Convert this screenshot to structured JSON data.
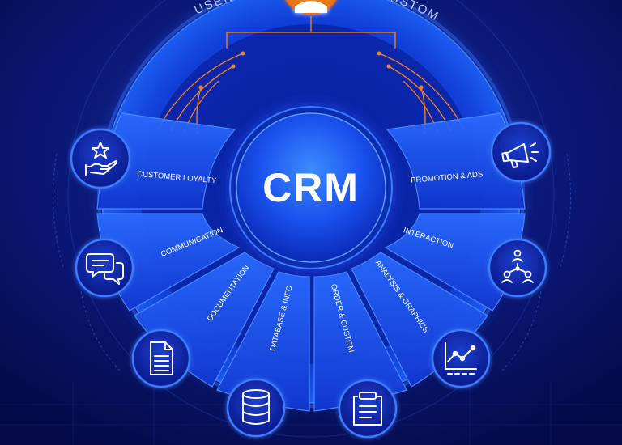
{
  "arc_text_left": "USER A",
  "arc_text_right": "CUSTOM",
  "center": {
    "label": "CRM"
  },
  "segments": [
    {
      "id": "customer-loyalty",
      "label": "CUSTOMER LOYALTY",
      "icon": "hand-star-icon"
    },
    {
      "id": "communication",
      "label": "COMMUNICATION",
      "icon": "chat-bubbles-icon"
    },
    {
      "id": "documentation",
      "label": "DOCUMENTATION",
      "icon": "document-icon"
    },
    {
      "id": "database-info",
      "label": "DATABASE & INFO",
      "icon": "database-icon"
    },
    {
      "id": "order-custom",
      "label": "ORDER & CUSTOM",
      "icon": "clipboard-icon"
    },
    {
      "id": "analysis-graphics",
      "label": "ANALYSIS & GRAPHICS",
      "icon": "line-chart-icon"
    },
    {
      "id": "interaction",
      "label": "INTERACTION",
      "icon": "people-network-icon"
    },
    {
      "id": "promotion-ads",
      "label": "PROMOTION & ADS",
      "icon": "megaphone-icon"
    }
  ],
  "colors": {
    "background": "#06105a",
    "panel": "#1a4fe6",
    "accent": "#f7821e",
    "text": "#ffffff"
  }
}
